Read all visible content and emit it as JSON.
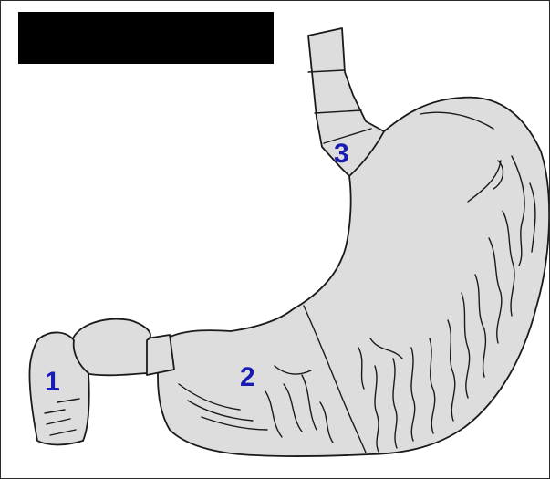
{
  "figure": {
    "redaction_color": "#000000",
    "organ_fill": "#dddddd",
    "outline_color": "#1a1a1a",
    "label_color": "#1a1ab4"
  },
  "labels": {
    "duodenum": "1",
    "pylorus_region": "2",
    "cardia_region": "3"
  }
}
